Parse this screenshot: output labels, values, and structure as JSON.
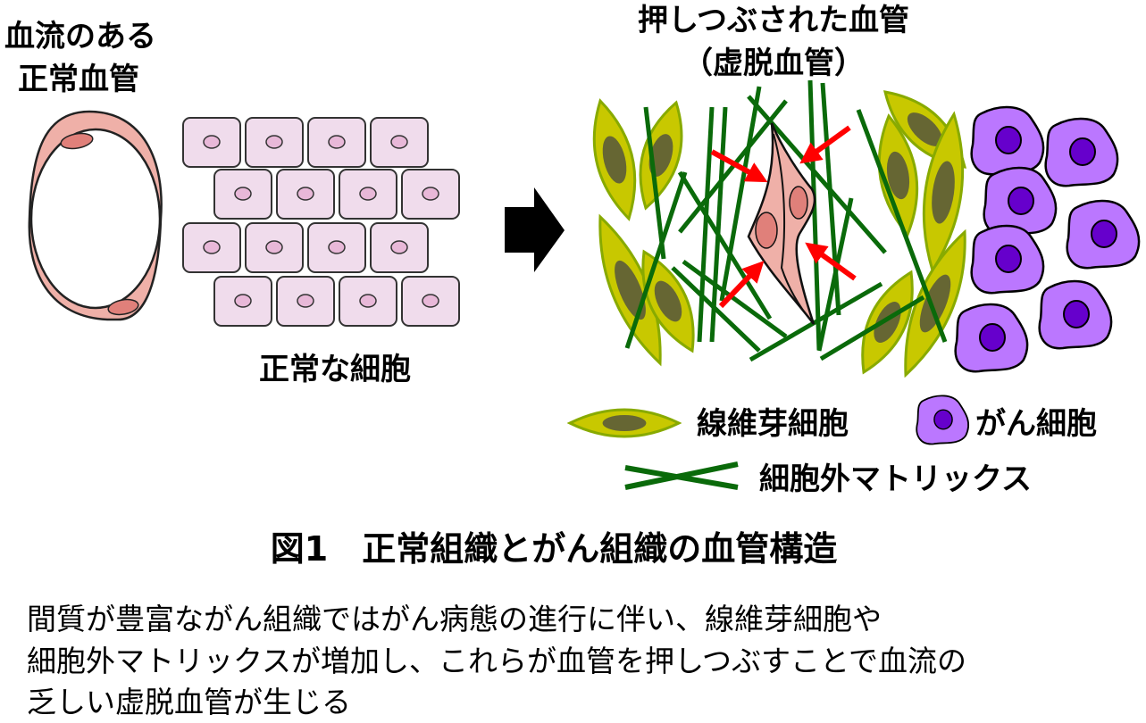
{
  "labels": {
    "normal_vessel_line1": "血流のある",
    "normal_vessel_line2": "正常血管",
    "normal_cells": "正常な細胞",
    "collapsed_title_line1": "押しつぶされた血管",
    "collapsed_title_line2": "（虚脱血管）"
  },
  "legend": {
    "fibroblast": "線維芽細胞",
    "cancer_cell": "がん細胞",
    "ecm": "細胞外マトリックス"
  },
  "caption": "図1　正常組織とがん組織の血管構造",
  "description": [
    "間質が豊富ながん組織ではがん病態の進行に伴い、線維芽細胞や",
    "細胞外マトリックスが増加し、これらが血管を押しつぶすことで血流の",
    "乏しい虚脱血管が生じる"
  ],
  "colors": {
    "vessel": "#efb0a8",
    "vessel_nucleus": "#e0807a",
    "normal_cell": "#f0dcec",
    "normal_nucleus": "#e8b8d8",
    "fibroblast": "#c8c800",
    "fibroblast_edge": "#88aa00",
    "fibroblast_nucleus": "#666633",
    "ecm": "#0a6a0a",
    "cancer": "#bb77ff",
    "cancer_nucleus": "#6600cc",
    "arrow": "#ff0000"
  }
}
